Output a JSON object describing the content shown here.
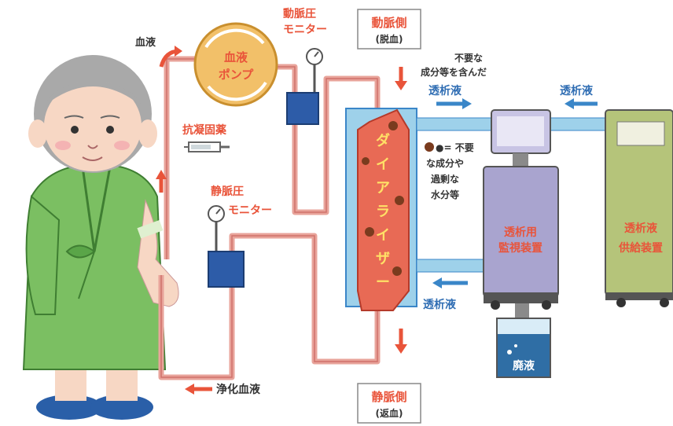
{
  "labels": {
    "blood_flow": "血液",
    "blood_pump_line1": "血液",
    "blood_pump_line2": "ポンプ",
    "anticoagulant": "抗凝固薬",
    "arterial_monitor_line1": "動脈圧",
    "arterial_monitor_line2": "モニター",
    "venous_monitor_line1": "静脈圧",
    "venous_monitor_line2": "モニター",
    "arterial_side_line1": "動脈側",
    "arterial_side_line2": "(脱血)",
    "venous_side_line1": "静脈側",
    "venous_side_line2": "(返血)",
    "unnecessary_line1": "不要な",
    "unnecessary_line2": "成分等を含んだ",
    "dialysate_in": "透析液",
    "dialysate_supply_in": "透析液",
    "dialysate_out": "透析液",
    "dialyzer": "ダイアライザー",
    "legend_line1": "●= 不要",
    "legend_line2": "な成分や",
    "legend_line3": "過剰な",
    "legend_line4": "水分等",
    "monitor_device_line1": "透析用",
    "monitor_device_line2": "監視装置",
    "supply_device_line1": "透析液",
    "supply_device_line2": "供給装置",
    "waste_fluid": "廃液",
    "purified_blood": "浄化血液"
  },
  "colors": {
    "blood_tube": "#e8a39a",
    "arrow_red": "#e9543a",
    "arrow_blue": "#3a86c8",
    "pump": "#f2c069",
    "dialysis_box": "#9ed1ea",
    "dialyzer": "#e86a55",
    "monitor_device": "#a9a4cf",
    "supply_device": "#b5c47a",
    "gown": "#7bbf62",
    "waste_water": "#2f6ea5",
    "sensor": "#2d5ca8"
  },
  "icons": [
    "pressure-gauge-icon",
    "syringe-icon",
    "slipper-icon"
  ]
}
